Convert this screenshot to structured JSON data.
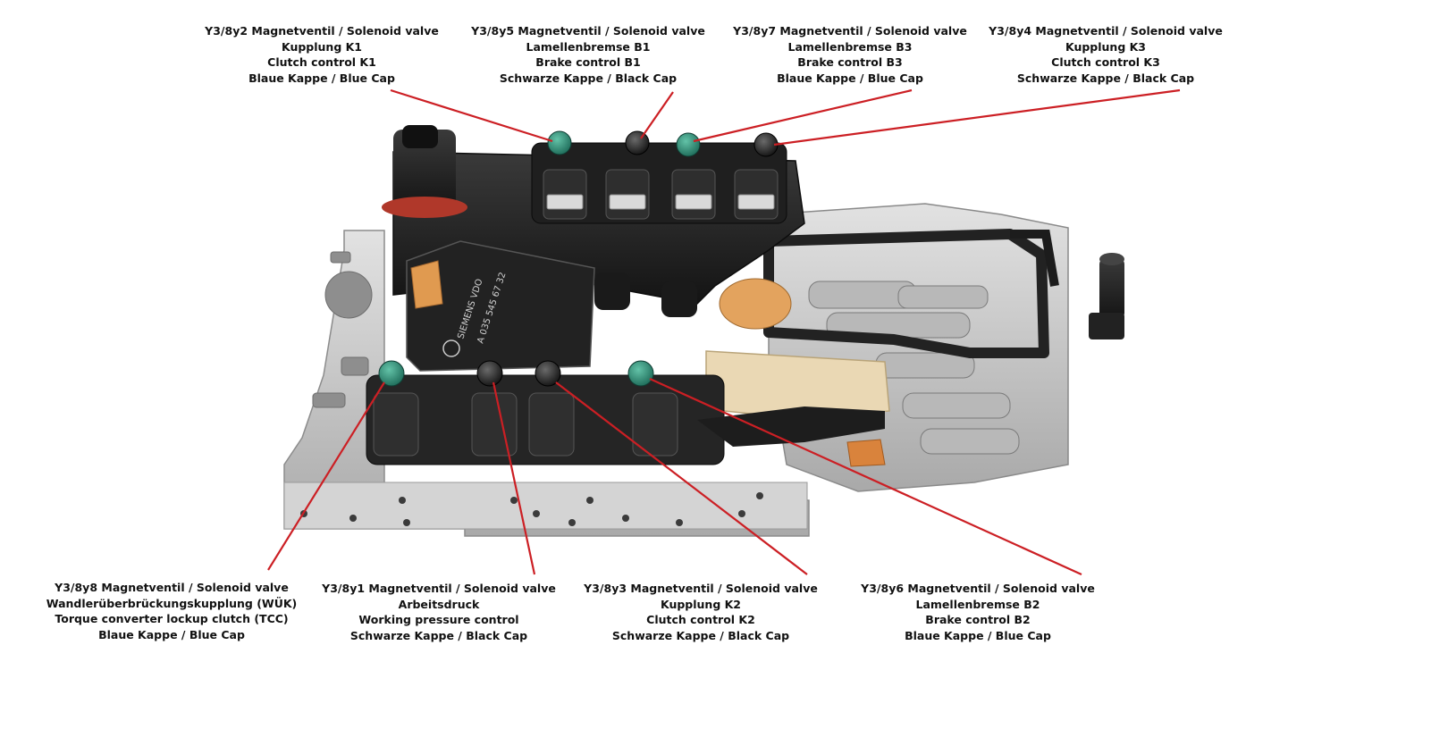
{
  "colors": {
    "leader_line": "#cc1f24",
    "blue_cap": "#2c8a74",
    "black_cap": "#1b1b1b",
    "metal": "#c9c9c9",
    "plastic": "#2a2a2a",
    "orange_part": "#e3a35e",
    "beige_part": "#ead8b4"
  },
  "solenoids": [
    {
      "id": "y2",
      "lines": [
        "Y3/8y2 Magnetventil / Solenoid valve",
        "Kupplung K1",
        "Clutch control K1",
        "Blaue Kappe / Blue Cap"
      ],
      "cap": "blue"
    },
    {
      "id": "y5",
      "lines": [
        "Y3/8y5 Magnetventil / Solenoid valve",
        "Lamellenbremse B1",
        "Brake control B1",
        "Schwarze Kappe / Black Cap"
      ],
      "cap": "black"
    },
    {
      "id": "y7",
      "lines": [
        "Y3/8y7 Magnetventil / Solenoid valve",
        "Lamellenbremse B3",
        "Brake control B3",
        "Blaue Kappe / Blue Cap"
      ],
      "cap": "blue"
    },
    {
      "id": "y4",
      "lines": [
        "Y3/8y4 Magnetventil / Solenoid valve",
        "Kupplung K3",
        "Clutch control K3",
        "Schwarze Kappe / Black Cap"
      ],
      "cap": "black"
    },
    {
      "id": "y8",
      "lines": [
        "Y3/8y8 Magnetventil / Solenoid valve",
        "Wandlerüberbrückungskupplung (WÜK)",
        "Torque converter lockup clutch (TCC)",
        "Blaue Kappe / Blue Cap"
      ],
      "cap": "blue"
    },
    {
      "id": "y1",
      "lines": [
        "Y3/8y1 Magnetventil / Solenoid valve",
        "Arbeitsdruck",
        "Working pressure control",
        "Schwarze Kappe / Black Cap"
      ],
      "cap": "black"
    },
    {
      "id": "y3",
      "lines": [
        "Y3/8y3 Magnetventil / Solenoid valve",
        "Kupplung K2",
        "Clutch control K2",
        "Schwarze Kappe / Black Cap"
      ],
      "cap": "black"
    },
    {
      "id": "y6",
      "lines": [
        "Y3/8y6 Magnetventil / Solenoid valve",
        "Lamellenbremse B2",
        "Brake control B2",
        "Blaue Kappe / Blue Cap"
      ],
      "cap": "blue"
    }
  ],
  "module_print": {
    "brand": "SIEMENS VDO",
    "part_number": "A 035 545 67 32"
  }
}
